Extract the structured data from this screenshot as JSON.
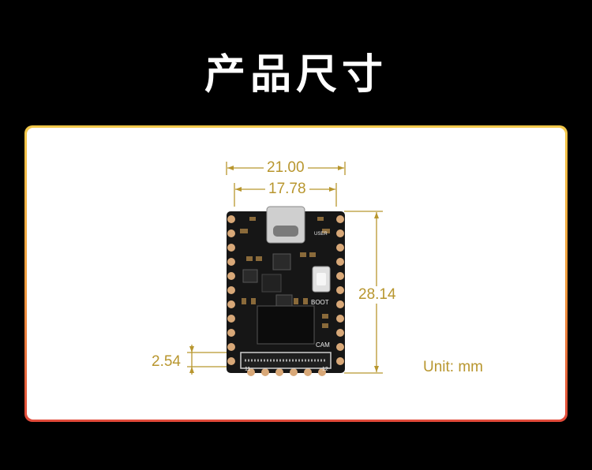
{
  "page": {
    "title": "产品尺寸"
  },
  "dimensions": {
    "width_outer": "21.00",
    "width_inner": "17.78",
    "height": "28.14",
    "pitch": "2.54",
    "unit": "Unit: mm"
  },
  "board": {
    "silkscreen": {
      "boot": "BOOT",
      "cam": "CAM",
      "pin_left": "11",
      "pin_right": "12",
      "user": "USER"
    }
  },
  "colors": {
    "dimension": "#b8962e",
    "pcb": "#161616",
    "pad": "#d8a878",
    "border_top": "#f2c84a",
    "border_bottom": "#e24a3a"
  }
}
